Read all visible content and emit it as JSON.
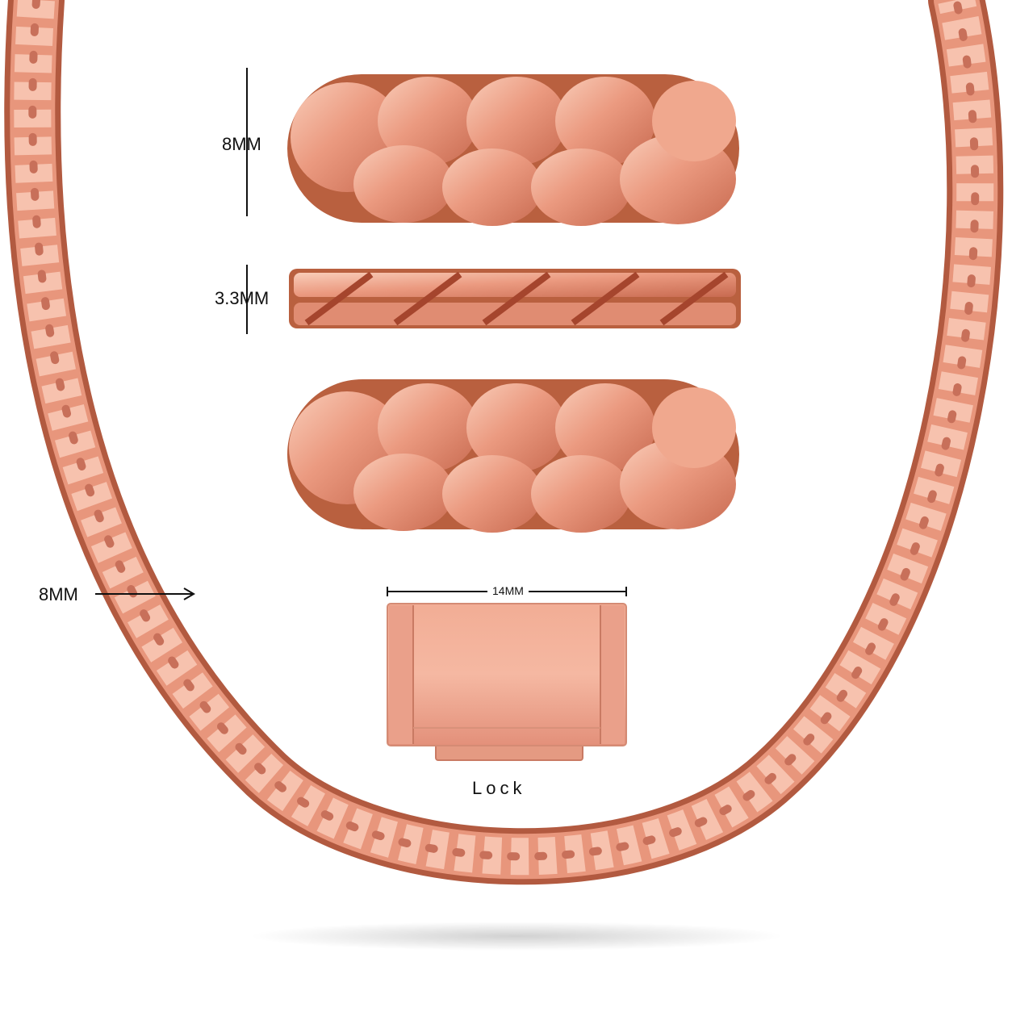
{
  "labels": {
    "link_height": "8MM",
    "link_thickness": "3.3MM",
    "chain_width": "8MM",
    "lock_width": "14MM",
    "lock": "Lock"
  },
  "colors": {
    "metal": "#e8967c",
    "metal_light": "#f7c2ae",
    "metal_dark": "#b5563e",
    "ink": "#111111"
  }
}
